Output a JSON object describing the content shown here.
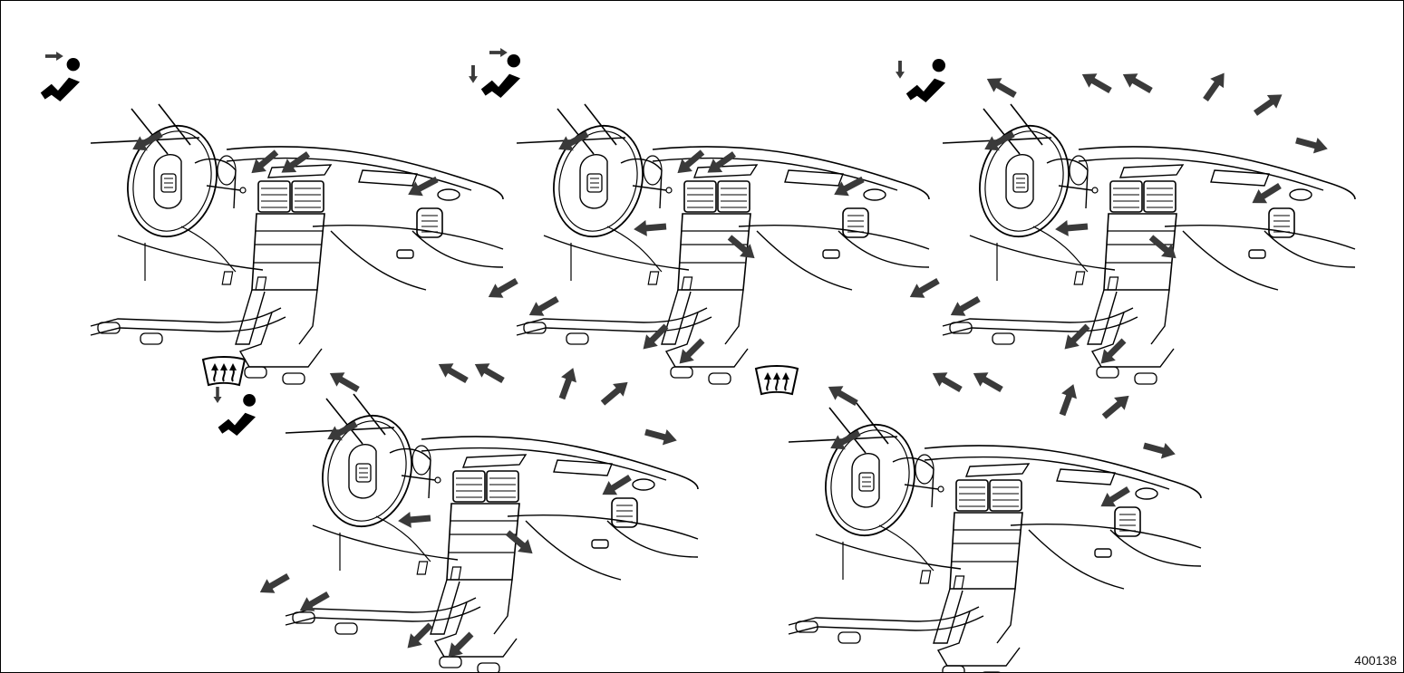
{
  "figure": {
    "id_label": "400138",
    "line_color": "#000000",
    "arrow_color": "#3a3a3a",
    "background": "#ffffff"
  },
  "panels": [
    {
      "mode": "vent",
      "mode_icon": "vent-mode-icon",
      "airflow": [
        "driver-side-vent",
        "center-vent-left",
        "center-vent-right",
        "passenger-side-vent"
      ]
    },
    {
      "mode": "bi-level",
      "mode_icon": "bi-level-mode-icon",
      "airflow": [
        "driver-side-vent",
        "center-vent-left",
        "center-vent-right",
        "passenger-side-vent",
        "front-foot",
        "front-foot-right",
        "rear-foot-left",
        "rear-foot-left-2",
        "rear-foot-right",
        "rear-foot-right-2"
      ]
    },
    {
      "mode": "heat",
      "mode_icon": "foot-mode-icon",
      "airflow": [
        "windshield-defrost",
        "side-window-defrost",
        "driver-side-vent",
        "passenger-side-vent",
        "front-foot",
        "rear-foot"
      ]
    },
    {
      "mode": "defrost-heat",
      "mode_icon": "defrost-foot-mode-icon",
      "airflow": [
        "windshield-defrost",
        "side-window-defrost",
        "driver-side-vent",
        "passenger-side-vent",
        "front-foot",
        "rear-foot"
      ]
    },
    {
      "mode": "defrost",
      "mode_icon": "defrost-mode-icon",
      "airflow": [
        "windshield-defrost",
        "side-window-defrost",
        "driver-side-vent",
        "passenger-side-vent"
      ]
    }
  ]
}
